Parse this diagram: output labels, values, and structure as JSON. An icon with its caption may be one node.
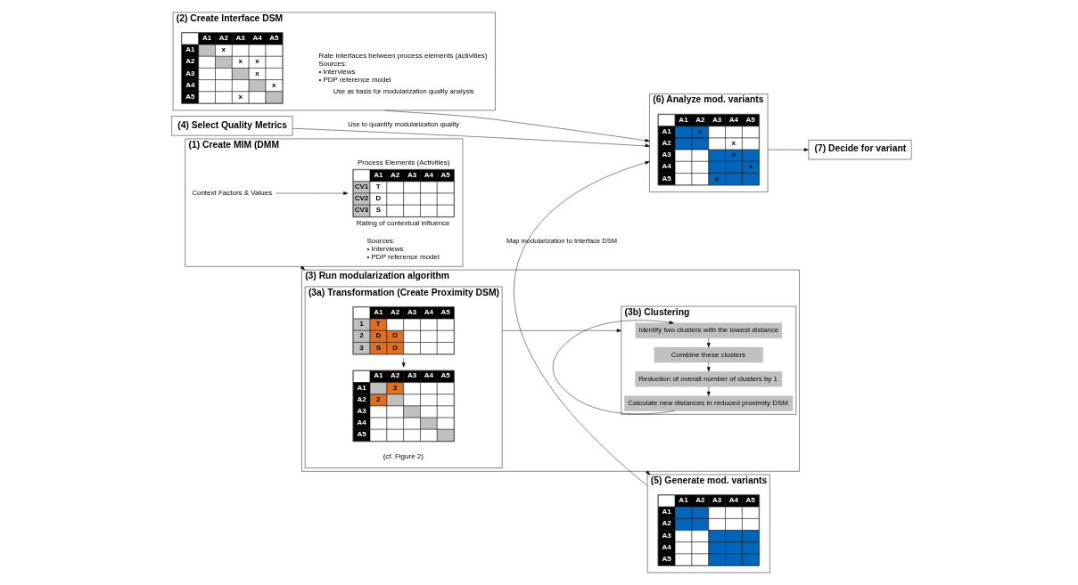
{
  "diagram": {
    "nodes": [
      {
        "text": [
          "(1) Create MIM (DMM",
          "Sources:",
          "• Interviews",
          "• PDP reference model"
        ]
      },
      {
        "text": [
          "Context Factors & Values"
        ],
        "in": 0
      },
      {
        "text": [
          "A1",
          "A2",
          "A3",
          "A4",
          "A5",
          "CV1",
          "T",
          "CV2",
          "D",
          "CV3",
          "S"
        ],
        "in": 0,
        "beside": [
          "Process Elements (Activities)",
          "Rating of contextual influence"
        ]
      },
      {
        "text": [
          "(3) Run modularization algorithm"
        ]
      },
      {
        "text": [
          "(3a) Transformation (Create Proximity DSM)",
          "(cf. Figure 2)"
        ],
        "in": 3
      },
      {
        "text": [
          "A1",
          "A2",
          "A3",
          "A4",
          "A5",
          "1",
          "T",
          "2",
          "D",
          "D",
          "3",
          "S",
          "D"
        ],
        "in": 4
      },
      {
        "text": [
          "A1",
          "A2",
          "A3",
          "A4",
          "A5",
          "A1",
          "2",
          "A2",
          "2",
          "A3",
          "A4",
          "A5"
        ],
        "in": 4
      },
      {
        "text": [
          "(3b) Clustering"
        ],
        "in": 3
      },
      {
        "text": [
          "Identify two clusters with the lowest distance"
        ],
        "in": 7
      },
      {
        "text": [
          "Combine these clusters"
        ],
        "in": 7
      },
      {
        "text": [
          "Reduction of overall number of clusters by 1"
        ],
        "in": 7
      },
      {
        "text": [
          "Calculate new distances in reduced proximity DSM"
        ],
        "in": 7
      },
      {
        "text": [
          "(5) Generate mod. variants"
        ]
      },
      {
        "text": [
          "A1",
          "A2",
          "A3",
          "A4",
          "A5",
          "A1",
          "A2",
          "A3",
          "A4",
          "A5"
        ],
        "in": 12
      },
      {
        "text": [
          "(6) Analyze mod. variants"
        ]
      },
      {
        "text": [
          "A1",
          "A2",
          "A3",
          "A4",
          "A5",
          "A1",
          "x",
          "A2",
          "x",
          "A3",
          "x",
          "A4",
          "x",
          "A5",
          "x"
        ],
        "in": 14
      },
      {
        "text": [
          "(7) Decide for variant"
        ]
      },
      {
        "text": [
          "(2) Create Interface DSM",
          "Rate interfaces between process elements (activities)",
          "Sources:",
          "• Interviews",
          "• PDP reference model"
        ]
      },
      {
        "text": [
          "A1",
          "A2",
          "A3",
          "A4",
          "A5",
          "A1",
          "x",
          "A2",
          "x",
          "x",
          "A3",
          "x",
          "A4",
          "x",
          "A5",
          "x"
        ],
        "in": 17
      },
      {
        "text": [
          "(4) Select Quality Metrics"
        ]
      }
    ],
    "edges": [
      {
        "from": 1,
        "to": 2,
        "arrow": "to"
      },
      {
        "from": 0,
        "to": 3,
        "arrow": "to"
      },
      {
        "from": 5,
        "to": 6,
        "arrow": "to"
      },
      {
        "from": 4,
        "to": 7,
        "arrow": "to"
      },
      {
        "from": 8,
        "to": 9,
        "arrow": "to"
      },
      {
        "from": 9,
        "to": 10,
        "arrow": "to"
      },
      {
        "from": 10,
        "to": 11,
        "arrow": "to"
      },
      {
        "from": 11,
        "to": 8,
        "arrow": "to"
      },
      {
        "from": 3,
        "to": 12,
        "arrow": "to"
      },
      {
        "from": 12,
        "to": 14,
        "arrow": "to",
        "label": "Map modularization to Interface DSM"
      },
      {
        "from": 17,
        "to": 14,
        "arrow": "to",
        "label": "Use as basis for modularization quality analysis"
      },
      {
        "from": 19,
        "to": 14,
        "arrow": "to",
        "label": "Use to quantify modularization quality"
      },
      {
        "from": 14,
        "to": 16,
        "arrow": "to"
      }
    ]
  }
}
